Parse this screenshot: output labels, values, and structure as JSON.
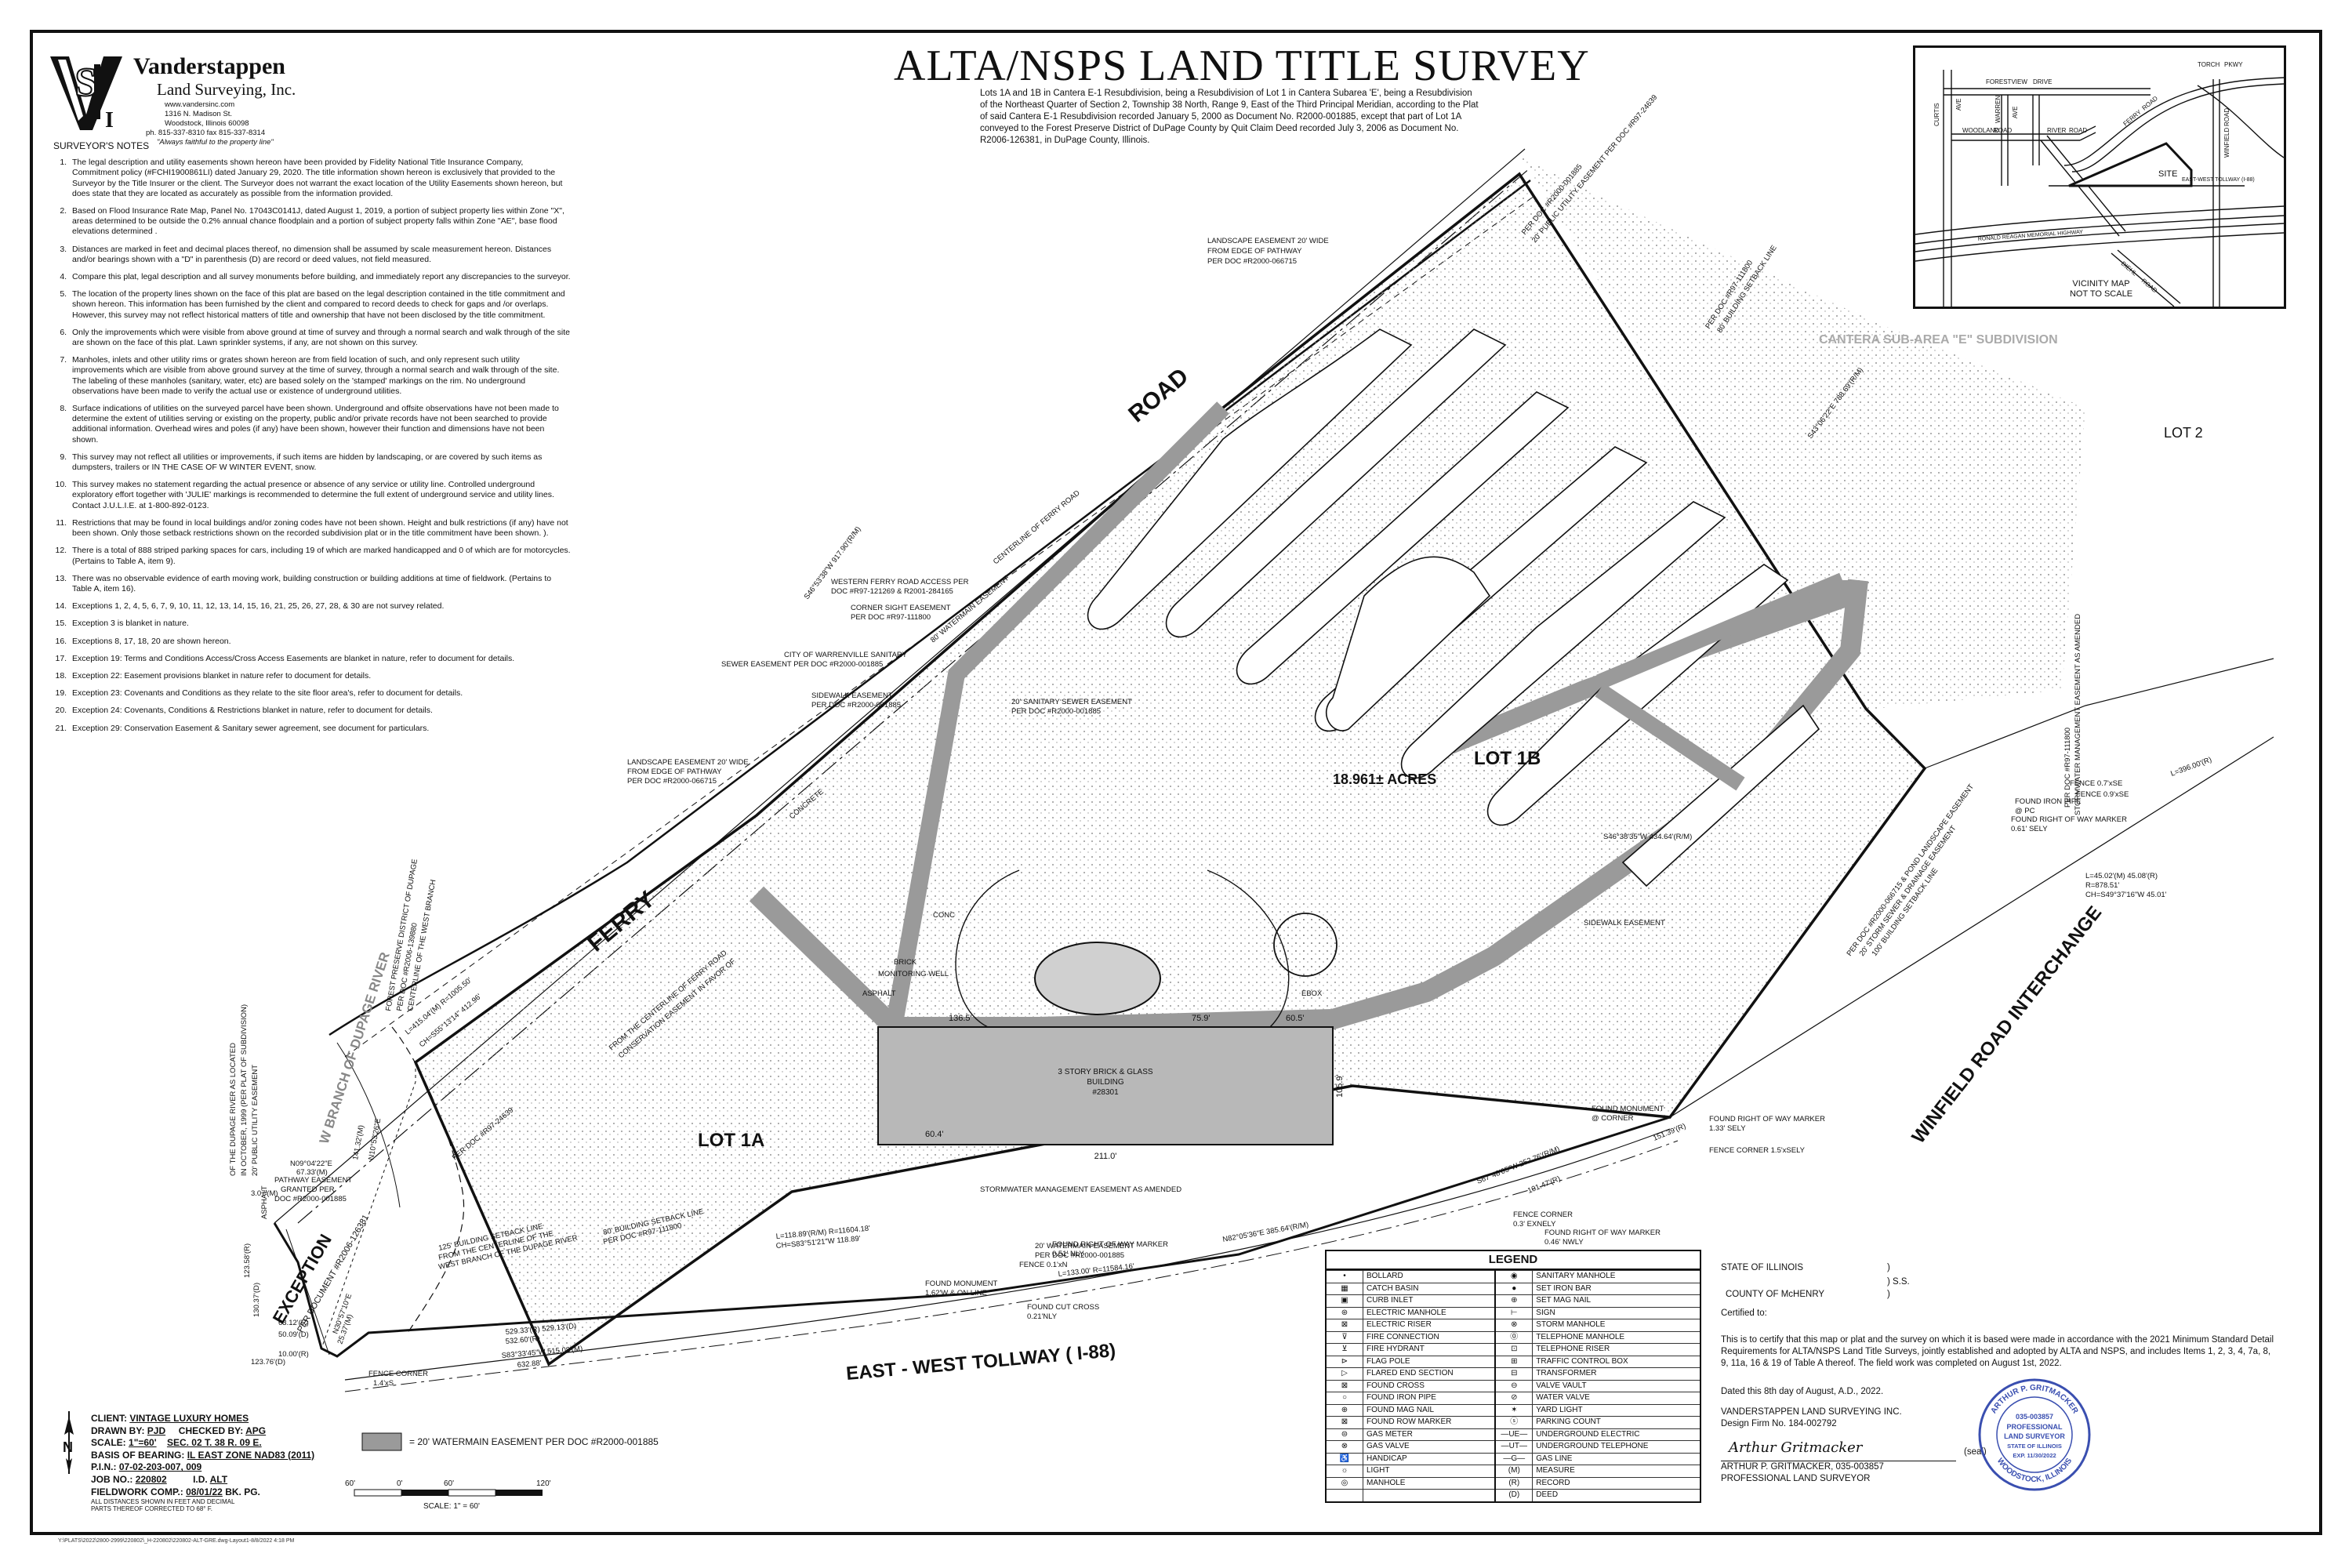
{
  "title": "ALTA/NSPS LAND TITLE SURVEY",
  "description": "Lots 1A and 1B in Cantera E-1 Resubdivision, being a Resubdivision of Lot 1 in Cantera Subarea 'E', being a Resubdivision of the Northeast Quarter of Section 2, Township 38 North, Range 9, East of the Third Principal Meridian, according to the Plat of said Cantera E-1 Resubdivision recorded January 5, 2000 as Document No. R2000-001885, except that part of Lot 1A conveyed to the Forest Preserve District of DuPage County by Quit Claim Deed recorded July 3, 2006 as Document No. R2006-126381, in DuPage County, Illinois.",
  "company": {
    "name": "Vanderstappen",
    "sub": "Land Surveying, Inc.",
    "web": "www.vandersinc.com",
    "address1": "1316 N. Madison St.",
    "address2": "Woodstock, Illinois 60098",
    "phone": "ph. 815-337-8310 fax 815-337-8314",
    "motto": "\"Always faithful to the property line\""
  },
  "notes": {
    "heading": "SURVEYOR'S NOTES",
    "items": [
      "The legal description and utility easements shown hereon have been provided by Fidelity National Title Insurance Company, Commitment policy (#FCHI1900861LI) dated January 29, 2020. The title information shown hereon is exclusively that provided to the Surveyor by the Title Insurer or the client. The Surveyor does not warrant the exact location of the Utility Easements shown hereon, but does state that they are located as accurately as possible from the information provided.",
      "Based on Flood Insurance Rate Map, Panel No. 17043C0141J, dated August 1, 2019, a portion of subject property lies within Zone \"X\", areas determined to be outside the 0.2% annual chance floodplain and a portion of subject property falls within Zone \"AE\", base flood elevations determined .",
      "Distances are marked in feet and decimal places thereof, no dimension shall be assumed by scale measurement hereon. Distances and/or bearings shown with a \"D\" in parenthesis (D) are record or deed values, not field measured.",
      "Compare this plat, legal description and all survey monuments before building, and immediately report any discrepancies to the surveyor.",
      "The location of the property lines shown on the face of this plat are based on the legal description contained in the title commitment and shown hereon. This information has been furnished by the client and compared to record deeds to check for gaps and /or overlaps. However, this survey may not reflect historical matters of title and ownership that have not been disclosed by the title commitment.",
      "Only the improvements which were visible from above ground at time of survey and through a normal search and walk through of the site are shown on the face of this plat. Lawn sprinkler systems, if any, are not shown on this survey.",
      "Manholes, inlets and other utility rims or grates shown hereon are from field location of such, and only represent such utility improvements which are visible from above ground survey at the time of survey, through a normal search and walk through of the site. The labeling of these manholes (sanitary, water, etc) are based solely on the 'stamped' markings on the rim. No underground observations have been made to verify the actual use or existence of underground utilities.",
      "Surface indications of utilities on the surveyed parcel have been shown. Underground and offsite observations have not been made to determine the extent of utilities serving or existing on the property, public and/or private records have not been searched to provide additional information. Overhead wires and poles (if any) have been shown, however their function and dimensions have not been shown.",
      "This survey may not reflect all utilities or improvements, if such items are hidden by landscaping, or are covered by such items as dumpsters, trailers or IN THE CASE OF W WINTER EVENT, snow.",
      "This survey makes no statement regarding the actual presence or absence of any service or utility line. Controlled underground exploratory effort together with 'JULIE' markings is recommended to determine the full extent of underground service and utility lines. Contact J.U.L.I.E. at 1-800-892-0123.",
      "Restrictions that may be found in local buildings and/or zoning codes have not been shown. Height and bulk restrictions (if any) have not been shown. Only those setback restrictions shown on the recorded subdivision plat or in the title commitment have been shown. ).",
      "There is a total of 888 striped parking spaces for cars, including 19 of which are marked handicapped and 0 of which are for motorcycles. (Pertains to Table A, item 9).",
      "There was no observable evidence of earth moving work, building construction or building additions at time of fieldwork. (Pertains to Table A, item 16).",
      "Exceptions 1, 2, 4, 5, 6, 7, 9, 10, 11, 12, 13, 14, 15, 16, 21, 25, 26, 27, 28, & 30 are not survey related.",
      "Exception 3 is blanket in nature.",
      "Exceptions 8, 17, 18, 20 are shown hereon.",
      "Exception 19: Terms and Conditions Access/Cross Access Easements are blanket in nature, refer to document for details.",
      "Exception 22: Easement provisions blanket in nature refer to document for details.",
      "Exception 23: Covenants and Conditions as they relate to the site floor area's, refer to document for details.",
      "Exception 24: Covenants, Conditions & Restrictions blanket in nature, refer to document for details.",
      "Exception 29: Conservation Easement & Sanitary sewer agreement, see document for particulars."
    ]
  },
  "vicinity": {
    "streets": [
      "FORESTVIEW",
      "DRIVE",
      "TORCH",
      "PKWY",
      "CURTIS",
      "AVE",
      "WARREN",
      "AVE",
      "WOODLAND",
      "ROAD",
      "RIVER",
      "ROAD",
      "FERRY",
      "ROAD",
      "WINFIELD",
      "ROAD",
      "EAST-WEST TOLLWAY (I-88)",
      "RONALD REAGAN MEMORIAL HIGHWAY",
      "DIEHL",
      "ROAD"
    ],
    "site": "SITE",
    "caption1": "VICINITY MAP",
    "caption2": "NOT TO SCALE"
  },
  "plan": {
    "ferry": "FERRY",
    "road": "ROAD",
    "tollway": "EAST - WEST TOLLWAY ( I-88)",
    "interchange": "WINFIELD  ROAD  INTERCHANGE",
    "lot1b": "LOT 1B",
    "acres": "18.961± ACRES",
    "lot1a": "LOT 1A",
    "lot2": "LOT 2",
    "cantera": "CANTERA SUB-AREA \"E\" SUBDIVISION",
    "exception": "EXCEPTION",
    "exc_doc": "PER DOCUMENT #R2006-126381",
    "river": "W BRANCH OF DUPAGE RIVER",
    "building1": "3 STORY BRICK & GLASS",
    "building2": "BUILDING",
    "building3": "#28301",
    "b_211": "211.0'",
    "b_1365": "136.5'",
    "b_759": "75.9'",
    "b_605": "60.5'",
    "b_604": "60.4'",
    "b_1059": "105.9'",
    "labels": [
      "LANDSCAPE EASEMENT 20' WIDE",
      "FROM EDGE OF PATHWAY",
      "PER DOC #R2000-066715",
      "CENTERLINE OF FERRY ROAD",
      "WESTERN FERRY ROAD ACCESS PER",
      "DOC #R97-121269 & R2001-284165",
      "CORNER SIGHT EASEMENT",
      "PER DOC #R97-111800",
      "CITY OF WARRENVILLE SANITARY",
      "SEWER EASEMENT PER DOC #R2000-001885",
      "SIDEWALK EASEMENT",
      "PER DOC #R2000-001885",
      "20' SANITARY SEWER EASEMENT",
      "PER DOC #R2000-001885",
      "LANDSCAPE EASEMENT 20' WIDE",
      "FROM EDGE OF PATHWAY",
      "PER DOC #R2000-066715",
      "STORMWATER MANAGEMENT EASEMENT AS AMENDED",
      "20' WATERMAIN EASEMENT",
      "PER DOC #R2000-001885",
      "FENCE CORNER",
      "0.3' EXNELY",
      "FOUND RIGHT OF WAY MARKER",
      "0.46' NWLY",
      "FOUND RIGHT OF WAY MARKER",
      "0.51' NLY",
      "FOUND MONUMENT",
      "1.62'W & ON LINE",
      "FOUND CUT CROSS",
      "0.21'NLY",
      "FENCE 0.1'xN",
      "FOUND MONUMENT",
      "@ CORNER",
      "FOUND RIGHT OF WAY MARKER",
      "1.33' SELY",
      "FENCE CORNER 1.5'xSELY",
      "FOUND IRON PIPE",
      "@ PC",
      "FOUND RIGHT OF WAY MARKER",
      "0.61' SELY",
      "FENCE 0.7'xSE",
      "FENCE 0.9'xSE",
      "125' BUILDING SETBACK LINE",
      "FROM THE CENTERLINE OF THE",
      "WEST BRANCH OF THE DUPAGE RIVER",
      "80' BUILDING SETBACK LINE",
      "PER DOC #R97-111800",
      "PATHWAY EASEMENT",
      "GRANTED PER",
      "DOC #R2000-001885",
      "FENCE CORNER",
      "1.4'xS",
      "L=118.89'(R/M) R=11604.18'",
      "CH=S83°51'21\"W 118.89'",
      "L=133.00'  R=11584.16'",
      "N82°05'36\"E 385.64'(R/M)",
      "S67°48'05\"W 252.76'(R/M)",
      "S83°33'45\"W 515.08'(M)",
      "529.33'(R) 529.13'(D)",
      "532.60'(R)",
      "632.88'",
      "N30°57'10\"E",
      "25.37'(M)",
      "N09°04'22\"E",
      "67.33'(M)",
      "3.07'(M)",
      "N10°53'26\"E",
      "141.32'(M)",
      "L=415.04'(M) R=1005.50'",
      "CH=S55°13'14\" 412.96'",
      "S46°53'38\"W 917.90'(R/M)",
      "S43°06'22\"E 788.69'(R/M)",
      "S46°38'35\"W 434.64'(R/M)",
      "L=45.02'(M) 45.08'(R)",
      "R=878.51'",
      "CH=S49°37'16\"W 45.01'",
      "L=396.00'(R)",
      "151.39'(R)",
      "101.47'(R)",
      "50.09'(D)",
      "63.12'(R)",
      "10.00'(R)",
      "123.76'(D)",
      "130.37'(D)",
      "123.58'(R)",
      "ASPHALT",
      "CONCRETE",
      "CONC",
      "BRICK",
      "ASPHALT",
      "EBOX",
      "MONITORING WELL",
      "SIDEWALK EASEMENT",
      "PER DOC #R2000-001885",
      "20' PUBLIC UTILITY EASEMENT PER DOC #R97-24639",
      "80' WATERMAIN EASEMENT",
      "PER DOC #R97-111800",
      "80' BUILDING SETBACK LINE",
      "PER DOC #R97-111800",
      "STORMWATER MANAGEMENT EASEMENT AS AMENDED",
      "PER DOC #R2000-066715 & POND LANDSCAPE EASEMENT",
      "20' STORM SEWER & DRAINAGE EASEMENT",
      "100' BUILDING SETBACK LINE",
      "FROM THE CENTERLINE OF FERRY ROAD",
      "CONSERVATION EASEMENT IN FAVOR OF",
      "FOREST PRESERVE DISTRICT OF DUPAGE",
      "PER DOC #R2006-139880",
      "CENTERLINE OF THE WEST BRANCH",
      "OF THE DUPAGE RIVER AS LOCATED",
      "IN OCTOBER, 1999 (PER PLAT OF SUBDIVISION)",
      "20' PUBLIC UTILITY EASEMENT",
      "PER DOC #R97-24639"
    ]
  },
  "legend": {
    "heading": "LEGEND",
    "rows": [
      [
        "•",
        "BOLLARD",
        "◉",
        "SANITARY MANHOLE"
      ],
      [
        "▦",
        "CATCH BASIN",
        "●",
        "SET IRON BAR"
      ],
      [
        "▣",
        "CURB INLET",
        "⊕",
        "SET MAG NAIL"
      ],
      [
        "⊛",
        "ELECTRIC MANHOLE",
        "⊢",
        "SIGN"
      ],
      [
        "⊠",
        "ELECTRIC RISER",
        "⊗",
        "STORM MANHOLE"
      ],
      [
        "⊽",
        "FIRE CONNECTION",
        "⓪",
        "TELEPHONE MANHOLE"
      ],
      [
        "⊻",
        "FIRE HYDRANT",
        "⊡",
        "TELEPHONE RISER"
      ],
      [
        "⊳",
        "FLAG POLE",
        "⊞",
        "TRAFFIC CONTROL BOX"
      ],
      [
        "▷",
        "FLARED END SECTION",
        "⊟",
        "TRANSFORMER"
      ],
      [
        "⊠",
        "FOUND CROSS",
        "⊖",
        "VALVE VAULT"
      ],
      [
        "○",
        "FOUND IRON PIPE",
        "⊘",
        "WATER VALVE"
      ],
      [
        "⊕",
        "FOUND MAG NAIL",
        "✶",
        "YARD LIGHT"
      ],
      [
        "⊠",
        "FOUND ROW MARKER",
        "ⓢ",
        "PARKING COUNT"
      ],
      [
        "⊜",
        "GAS METER",
        "—UE—",
        "UNDERGROUND ELECTRIC"
      ],
      [
        "⊗",
        "GAS VALVE",
        "—UT—",
        "UNDERGROUND TELEPHONE"
      ],
      [
        "♿",
        "HANDICAP",
        "—G—",
        "GAS LINE"
      ],
      [
        "☼",
        "LIGHT",
        "(M)",
        "MEASURE"
      ],
      [
        "◎",
        "MANHOLE",
        "(R)",
        "RECORD"
      ],
      [
        "",
        "",
        "(D)",
        "DEED"
      ]
    ]
  },
  "cert": {
    "state": "STATE OF ILLINOIS",
    "ss": ") S.S.",
    "county": "COUNTY OF McHENRY",
    "paren": ")",
    "certified": "Certified to:",
    "body": "This is to certify that this map or plat and the survey on which it is based were made in accordance with the 2021 Minimum Standard Detail Requirements for ALTA/NSPS Land Title Surveys, jointly established and adopted by ALTA and NSPS, and includes Items 1, 2, 3, 4, 7a, 8, 9, 11a, 16 & 19 of Table A thereof. The field work was completed on August 1st, 2022.",
    "dated": "Dated this 8th day of August, A.D., 2022.",
    "firm": "VANDERSTAPPEN LAND SURVEYING INC.",
    "design": "Design Firm No. 184-002792",
    "seal": "(seal)",
    "surveyor": "ARTHUR P. GRITMACKER, 035-003857",
    "role": "PROFESSIONAL LAND SURVEYOR",
    "signature": "Arthur Gritmacker"
  },
  "seal": {
    "top": "ARTHUR P. GRITMACKER",
    "num": "035-003857",
    "l1": "PROFESSIONAL",
    "l2": "LAND SURVEYOR",
    "l3": "STATE OF ILLINOIS",
    "exp": "EXP. 11/30/2022",
    "bottom": "WOODSTOCK, ILLINOIS"
  },
  "titleblock": {
    "client_lbl": "CLIENT:",
    "client": "VINTAGE LUXURY HOMES",
    "drawn_lbl": "DRAWN BY:",
    "drawn": "PJD",
    "checked_lbl": "CHECKED BY:",
    "checked": "APG",
    "scale_lbl": "SCALE:",
    "scale": "1\"=60'",
    "sec": "SEC. 02  T. 38  R. 09 E.",
    "bearing_lbl": "BASIS OF BEARING:",
    "bearing": "IL EAST ZONE NAD83 (2011)",
    "pin_lbl": "P.I.N.:",
    "pin": "07-02-203-007, 009",
    "job_lbl": "JOB NO.:",
    "job": "220802",
    "id_lbl": "I.D.",
    "id": "ALT",
    "field_lbl": "FIELDWORK COMP.:",
    "field": "08/01/22",
    "bk_lbl": "BK.",
    "bk": "PG.",
    "note1": "ALL DISTANCES SHOWN IN FEET AND DECIMAL",
    "note2": "PARTS THEREOF CORRECTED TO 68° F."
  },
  "watermain_legend": "= 20' WATERMAIN EASEMENT PER DOC #R2000-001885",
  "scale_bar": {
    "t0": "60'",
    "t1": "0'",
    "t2": "60'",
    "t3": "120'",
    "label": "SCALE: 1\" = 60'"
  },
  "north": "N",
  "footer": "Y:\\PLATS\\2022\\2800-2999\\220802\\_H-220802\\220802-ALT-GRE.dwg-Layout1-8/8/2022 4:18 PM"
}
